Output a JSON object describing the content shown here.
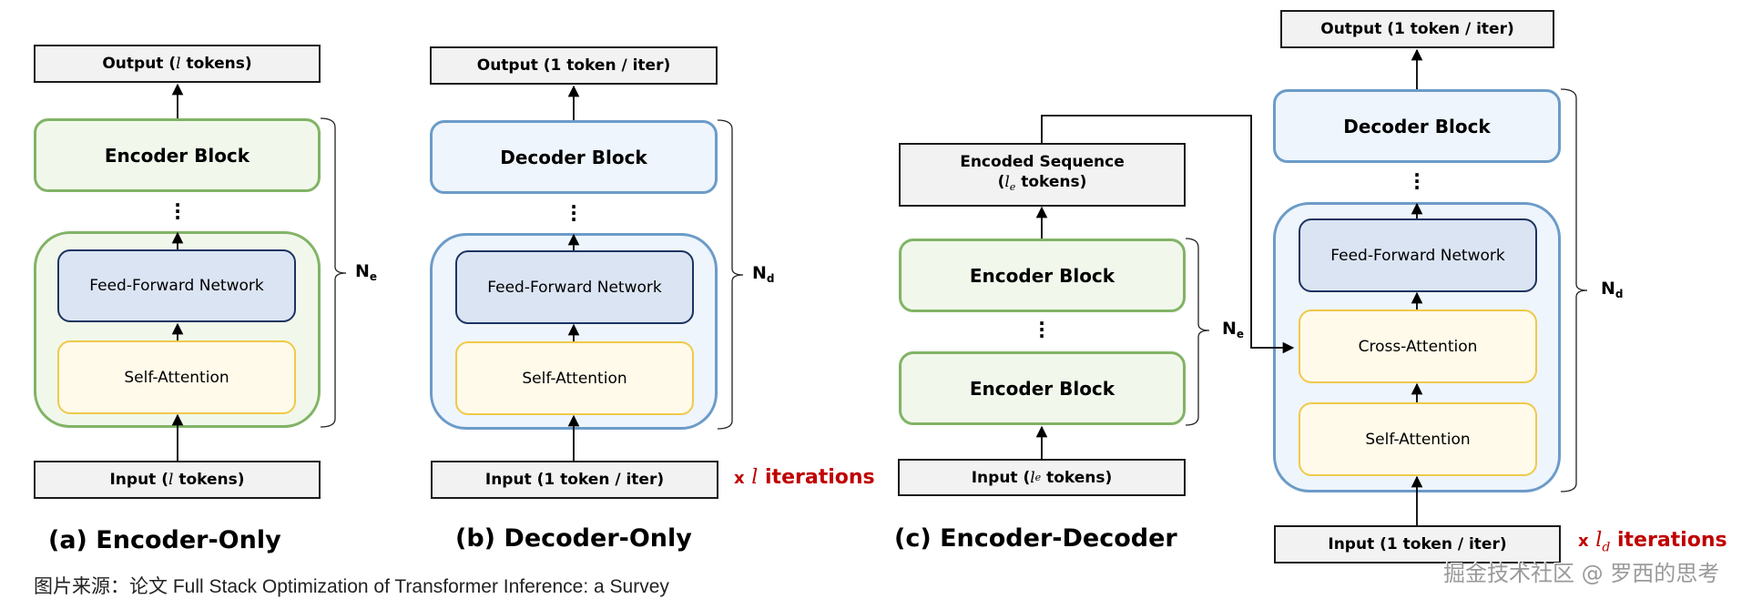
{
  "panels": {
    "encoder_only": {
      "output_prefix": "Output (",
      "output_var": "l",
      "output_suffix": " tokens)",
      "block_title": "Encoder Block",
      "ffn": "Feed-Forward Network",
      "self_attention": "Self-Attention",
      "input_prefix": "Input (",
      "input_var": "l",
      "input_suffix": " tokens)",
      "repeat_label": "N",
      "repeat_sub": "e",
      "caption": "(a) Encoder-Only"
    },
    "decoder_only": {
      "output": "Output (1 token / iter)",
      "block_title": "Decoder Block",
      "ffn": "Feed-Forward Network",
      "self_attention": "Self-Attention",
      "input": "Input (1 token / iter)",
      "repeat_label": "N",
      "repeat_sub": "d",
      "iter_x": "x",
      "iter_var": "l",
      "iter_sub": "",
      "iter_word": "iterations",
      "caption": "(b) Decoder-Only"
    },
    "encoder_decoder": {
      "encoded_line1": "Encoded Sequence",
      "encoded_prefix": "(",
      "encoded_var": "l",
      "encoded_sub": "e",
      "encoded_suffix": " tokens)",
      "encoder_block_1": "Encoder Block",
      "encoder_block_2": "Encoder Block",
      "encoder_input_prefix": "Input (",
      "encoder_input_var": "l",
      "encoder_input_sub": "e",
      "encoder_input_suffix": " tokens)",
      "encoder_repeat_label": "N",
      "encoder_repeat_sub": "e",
      "decoder_output": "Output (1 token / iter)",
      "decoder_block_title": "Decoder Block",
      "ffn": "Feed-Forward Network",
      "cross_attention": "Cross-Attention",
      "self_attention": "Self-Attention",
      "decoder_input": "Input (1 token / iter)",
      "decoder_repeat_label": "N",
      "decoder_repeat_sub": "d",
      "iter_x": "x",
      "iter_var": "l",
      "iter_sub": "d",
      "iter_word": "iterations",
      "caption": "(c) Encoder-Decoder"
    }
  },
  "source_caption": "图片来源：论文 Full Stack Optimization of Transformer Inference: a Survey",
  "watermark": "掘金技术社区 @ 罗西的思考",
  "colors": {
    "encoder_border": "#82b366",
    "encoder_fill": "#f1f8eb",
    "decoder_border": "#6c9bc8",
    "decoder_fill": "#eef5fc",
    "ffn_border": "#1d3461",
    "ffn_fill": "#dbe4f3",
    "attention_border": "#f0c94a",
    "attention_fill": "#fffaea",
    "io_fill": "#f2f2f2",
    "iterations_text": "#c00000"
  }
}
